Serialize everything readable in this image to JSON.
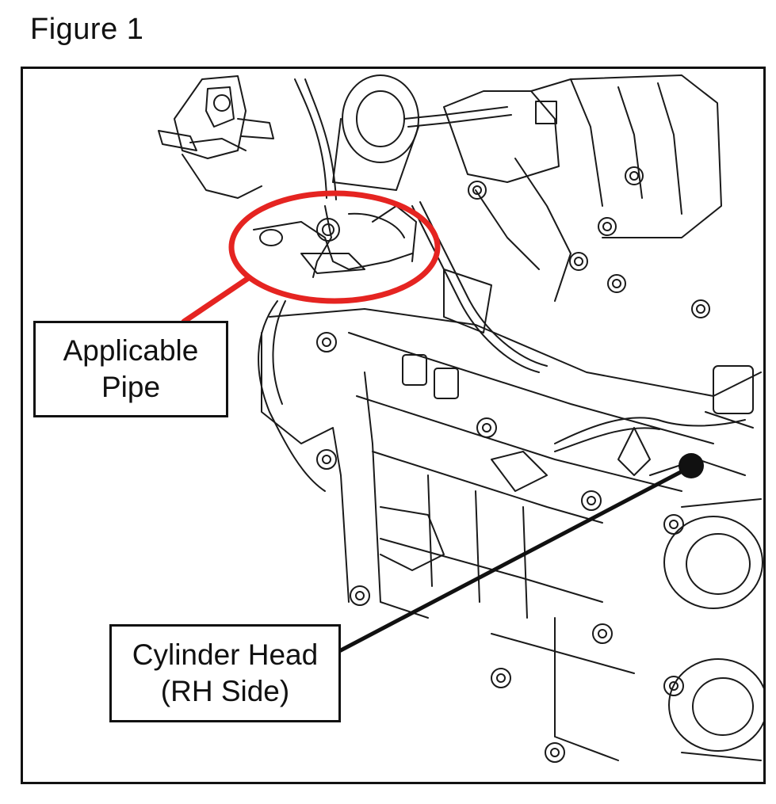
{
  "figure": {
    "title": "Figure 1"
  },
  "callouts": {
    "applicable_pipe": {
      "line1": "Applicable",
      "line2": "Pipe"
    },
    "cylinder_head": {
      "line1": "Cylinder Head",
      "line2": "(RH Side)"
    }
  },
  "colors": {
    "highlight": "#e52421",
    "line": "#111111",
    "background": "#ffffff"
  }
}
